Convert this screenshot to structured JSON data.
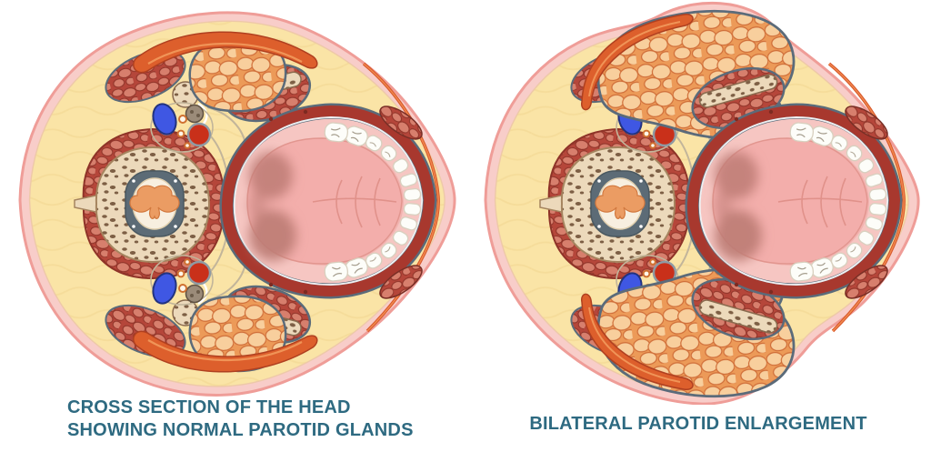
{
  "captions": {
    "left_line1": "CROSS SECTION OF THE HEAD",
    "left_line2": "SHOWING  NORMAL PAROTID GLANDS",
    "right": "BILATERAL PAROTID ENLARGEMENT"
  },
  "panels": [
    {
      "id": "normal",
      "variant": "normal"
    },
    {
      "id": "enlarged",
      "variant": "enlarged"
    }
  ],
  "palette": {
    "caption_color": "#2e6a81",
    "skin_outline": "#ef9d98",
    "skin_fill": "#f8cdc9",
    "fat_base": "#fae4a6",
    "fat_line": "#f0d28b",
    "muscle_base": "#b5463a",
    "muscle_lobule": "#d77f6d",
    "muscle_dark": "#8e3328",
    "parotid_base": "#ec9a58",
    "parotid_lobule": "#f8cf9d",
    "parotid_dark": "#cf6d38",
    "bone_base": "#ecd9bb",
    "bone_speckle": "#7d5f45",
    "fascia_slate": "#5b6b7a",
    "ring_red": "#a8382e",
    "mouth_pink": "#f2b3b0",
    "gum_pink": "#f6c6c2",
    "tongue_pink": "#f3aeab",
    "tongue_dark": "#bd7b74",
    "teeth_white": "#fdfdf9",
    "vein_blue": "#3f57e3",
    "artery_red": "#c9301a",
    "nerve_tan": "#9b8b79",
    "scm_orange": "#dd5f2c",
    "scm_light": "#f29a5c",
    "scm_dark": "#b04020",
    "platysma_orange": "#d8572b",
    "connective": "#c2b59a",
    "cord_cream": "#f8efe0",
    "cord_orange": "#eb9c63",
    "canal_gray": "#5c6b76"
  }
}
